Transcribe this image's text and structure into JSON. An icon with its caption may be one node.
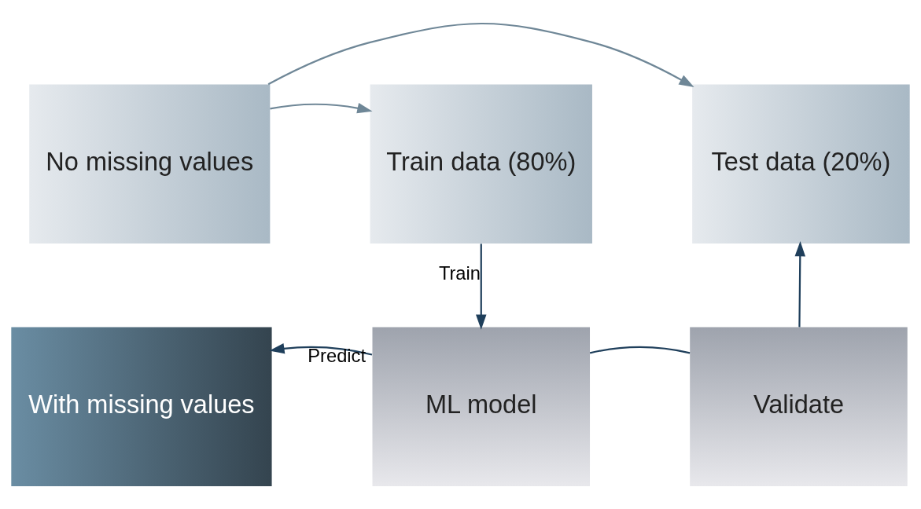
{
  "diagram": {
    "nodes": [
      {
        "text": [
          "No missing values"
        ]
      },
      {
        "text": [
          "Train data (80%)"
        ]
      },
      {
        "text": [
          "Test data (20%)"
        ]
      },
      {
        "text": [
          "With missing values"
        ]
      },
      {
        "text": [
          "ML model"
        ]
      },
      {
        "text": [
          "Validate"
        ]
      }
    ],
    "edges": [
      {
        "from": 0,
        "to": 1,
        "arrow": "to",
        "color": "#6f8797"
      },
      {
        "from": 0,
        "to": 2,
        "arrow": "to",
        "color": "#6f8797"
      },
      {
        "from": 1,
        "to": 4,
        "arrow": "to",
        "label": "Train"
      },
      {
        "from": 4,
        "to": 3,
        "arrow": "to",
        "label": "Predict"
      },
      {
        "from": 4,
        "to": 5,
        "arrow": "none"
      },
      {
        "from": 5,
        "to": 2,
        "arrow": "to"
      }
    ]
  }
}
